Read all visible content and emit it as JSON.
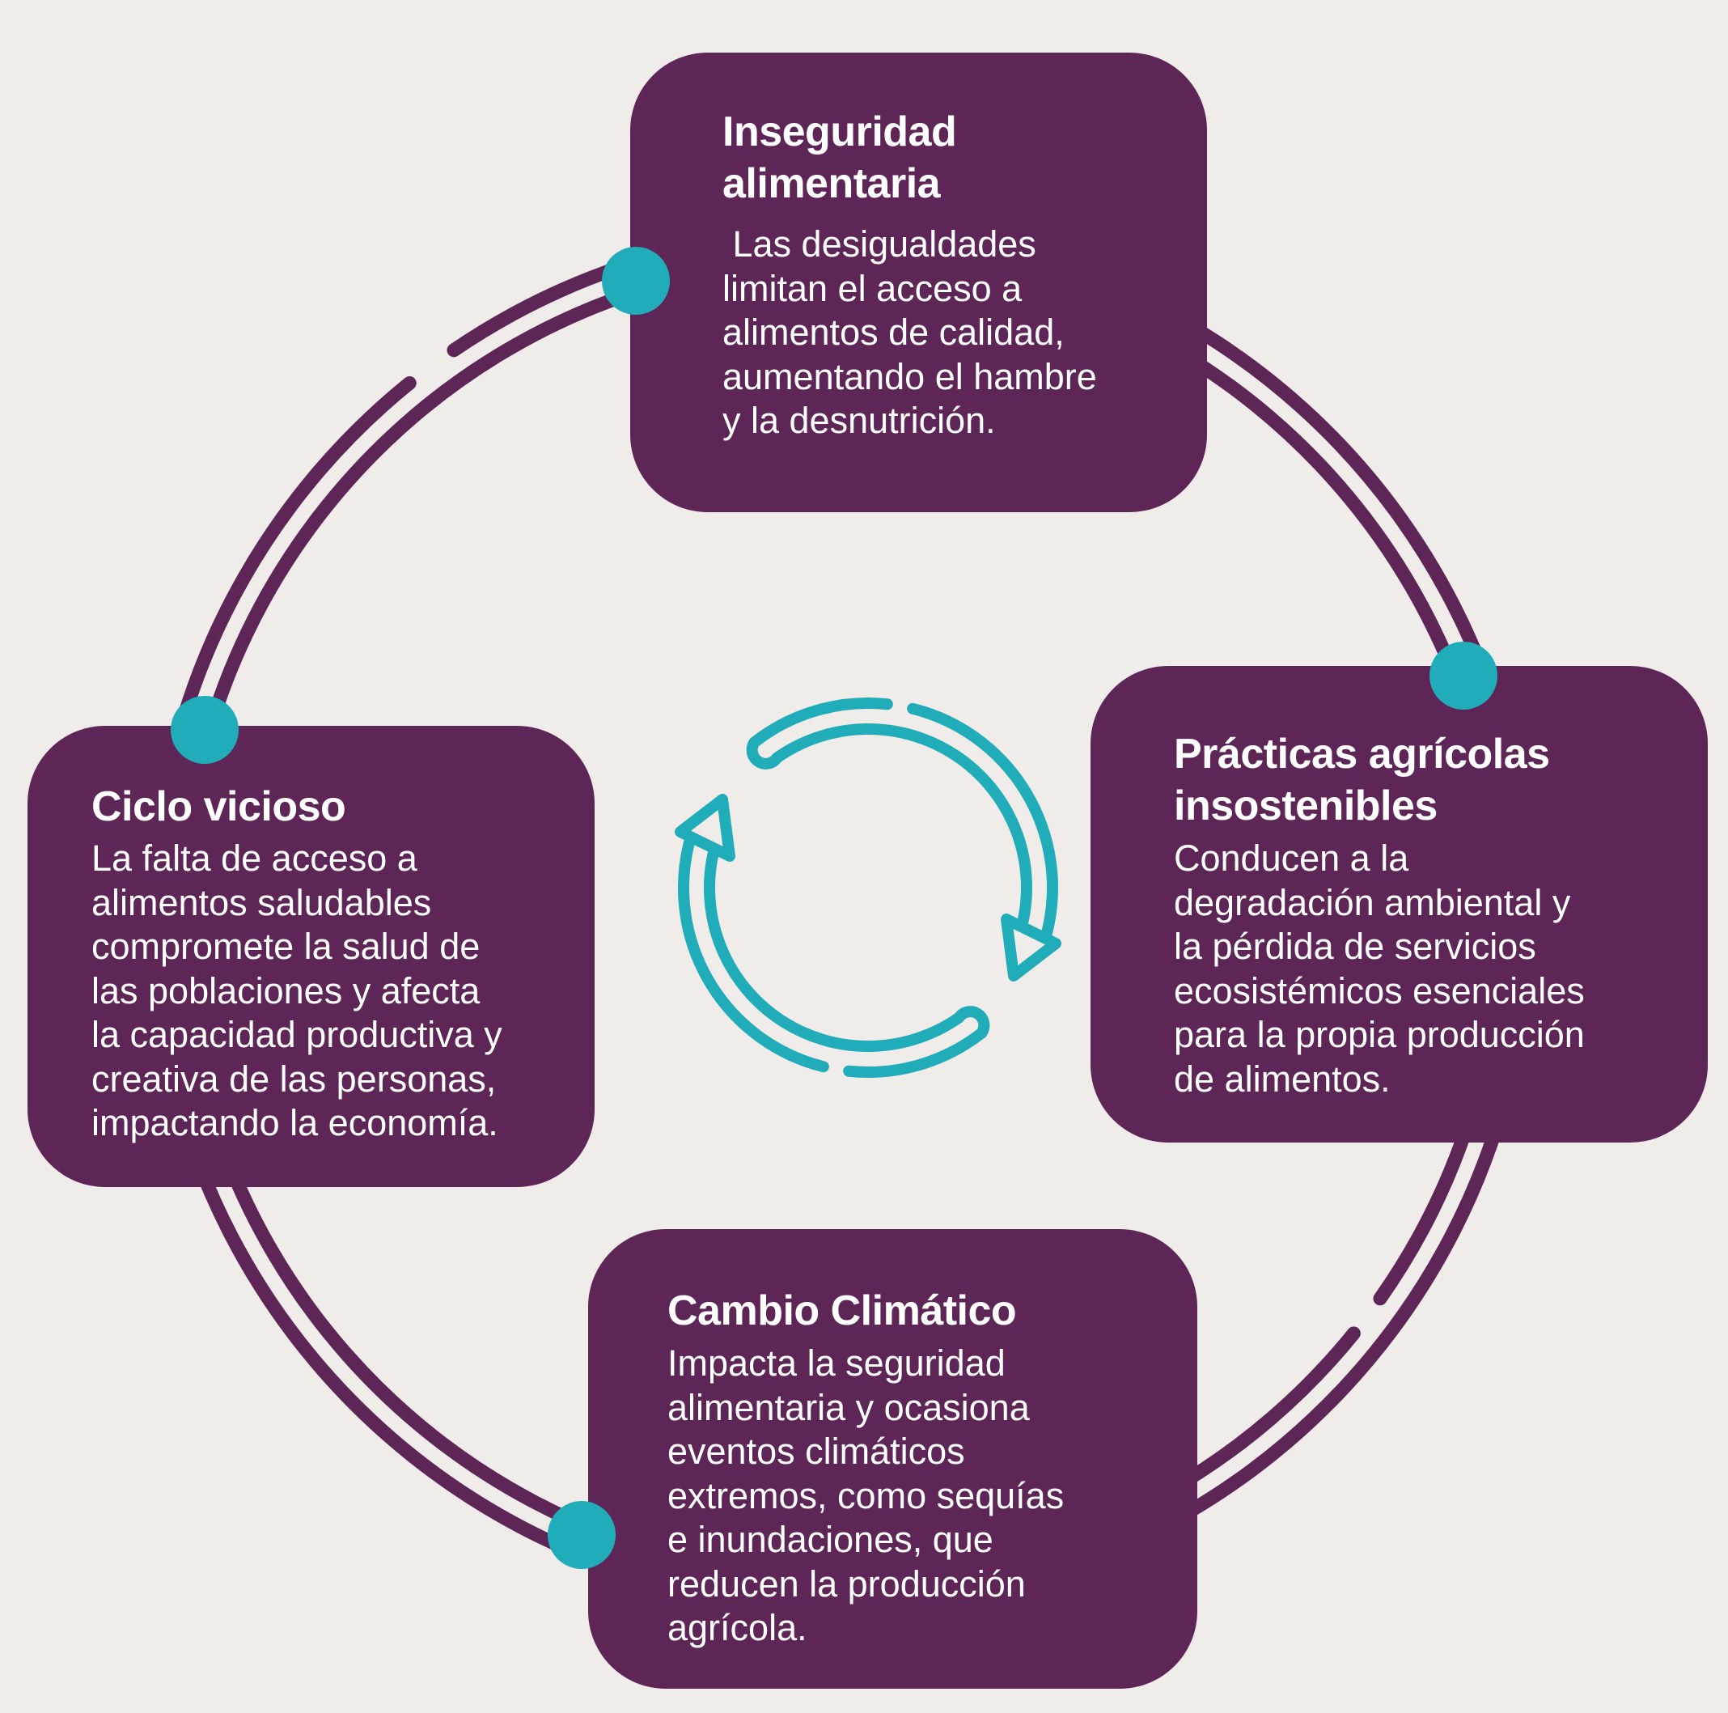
{
  "colors": {
    "background": "#EFECE9",
    "box": "#5E2557",
    "ring": "#5E2557",
    "accent": "#20ACB8",
    "text": "#FFFFFF"
  },
  "center_icon": "cycle-arrows-icon",
  "stages": [
    {
      "id": "top",
      "title_lines": [
        "Inseguridad",
        "alimentaria"
      ],
      "body_lines": [
        " Las desigualdades",
        "limitan el acceso a",
        "alimentos de calidad,",
        "aumentando el hambre",
        "y la desnutrición."
      ]
    },
    {
      "id": "right",
      "title_lines": [
        "Prácticas agrícolas",
        "insostenibles"
      ],
      "body_lines": [
        "Conducen a la",
        "degradación ambiental y",
        "la pérdida de servicios",
        "ecosistémicos esenciales",
        "para la propia producción",
        "de alimentos."
      ]
    },
    {
      "id": "bottom",
      "title_lines": [
        "Cambio Climático"
      ],
      "body_lines": [
        "Impacta la seguridad",
        "alimentaria y ocasiona",
        "eventos climáticos",
        "extremos, como sequías",
        "e inundaciones, que",
        "reducen la producción",
        "agrícola."
      ]
    },
    {
      "id": "left",
      "title_lines": [
        "Ciclo vicioso"
      ],
      "body_lines": [
        "La falta de acceso a",
        "alimentos saludables",
        "compromete la salud de",
        "las poblaciones y afecta",
        "la capacidad productiva y",
        "creativa de las personas,",
        "impactando la economía."
      ]
    }
  ]
}
